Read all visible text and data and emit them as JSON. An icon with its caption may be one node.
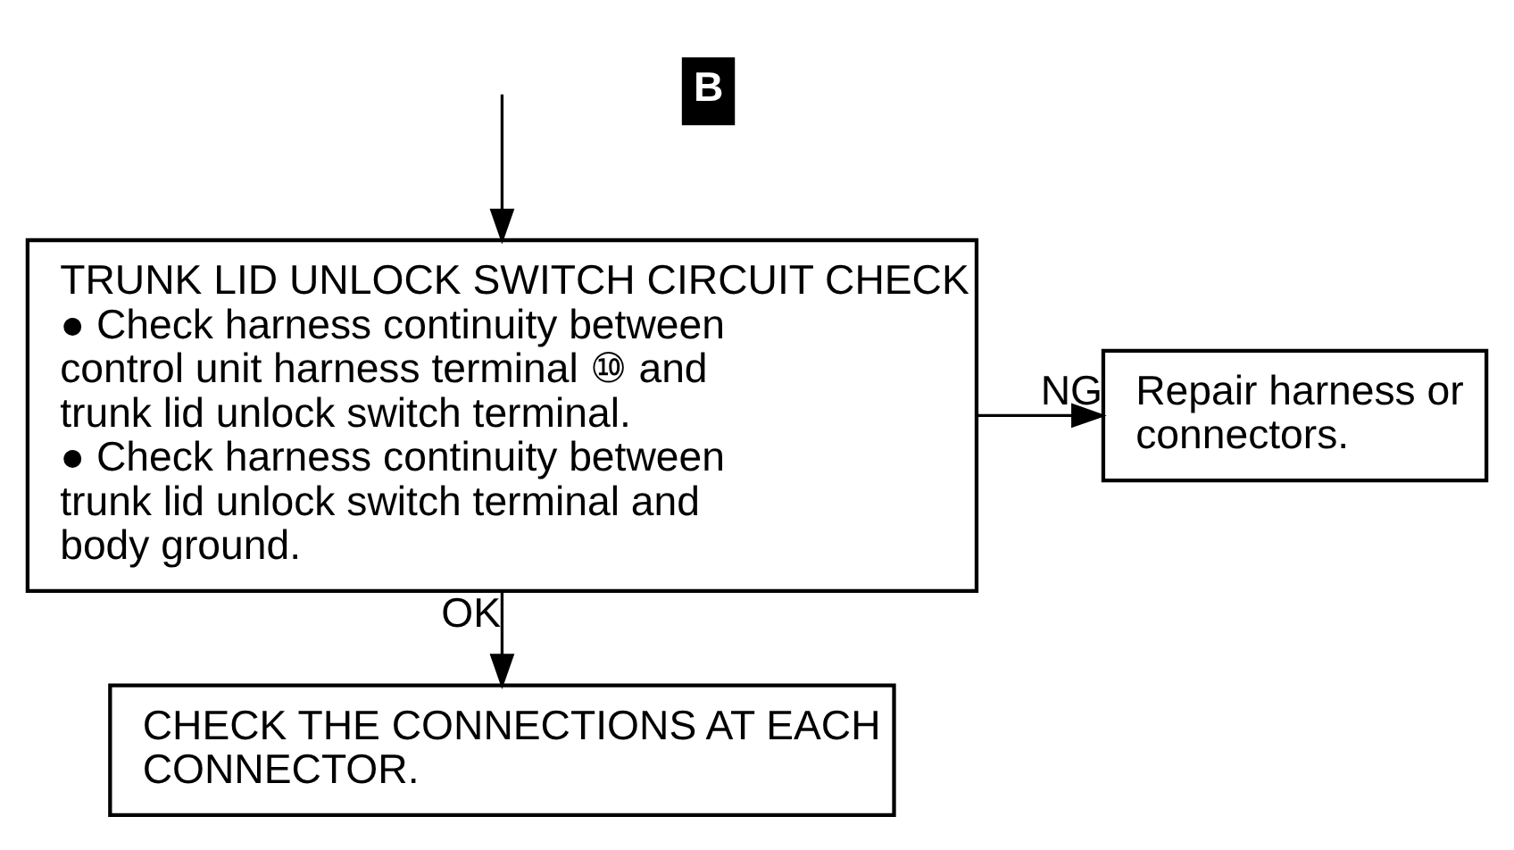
{
  "diagram": {
    "nodes": [
      {
        "text": [
          "TRUNK LID UNLOCK SWITCH CIRCUIT CHECK",
          "● Check harness continuity between control unit harness terminal ⑩ and trunk lid unlock switch terminal.",
          "● Check harness continuity between trunk lid unlock switch terminal and body ground."
        ]
      },
      {
        "text": [
          "Repair harness or connectors."
        ]
      },
      {
        "text": [
          "CHECK THE CONNECTIONS AT EACH CONNECTOR."
        ]
      }
    ],
    "edges": [
      {
        "from": null,
        "to": 0,
        "arrow": "to"
      },
      {
        "from": 0,
        "to": 1,
        "arrow": "to",
        "label": "NG"
      },
      {
        "from": 0,
        "to": 2,
        "arrow": "to",
        "label": "OK"
      }
    ],
    "labels": [
      "B"
    ]
  }
}
